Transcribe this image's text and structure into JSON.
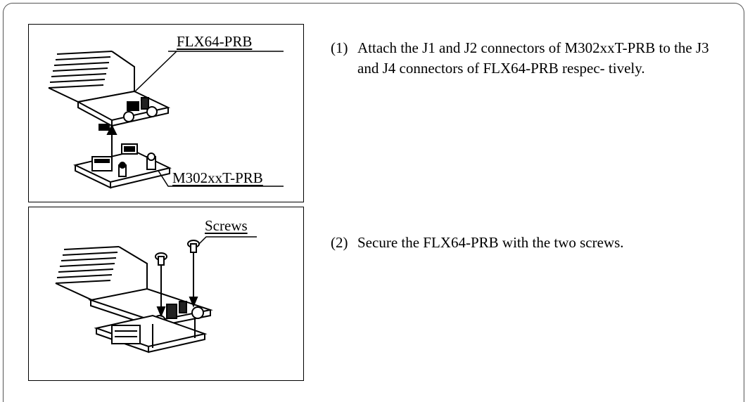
{
  "figure1": {
    "label_top": "FLX64-PRB",
    "label_bottom": "M302xxT-PRB"
  },
  "figure2": {
    "label_top": "Screws"
  },
  "steps": [
    {
      "number": "(1)",
      "text": "Attach the J1 and J2 connectors of M302xxT-PRB to the J3 and J4 connectors of FLX64-PRB respec- tively."
    },
    {
      "number": "(2)",
      "text": "Secure the FLX64-PRB with the two screws."
    }
  ]
}
